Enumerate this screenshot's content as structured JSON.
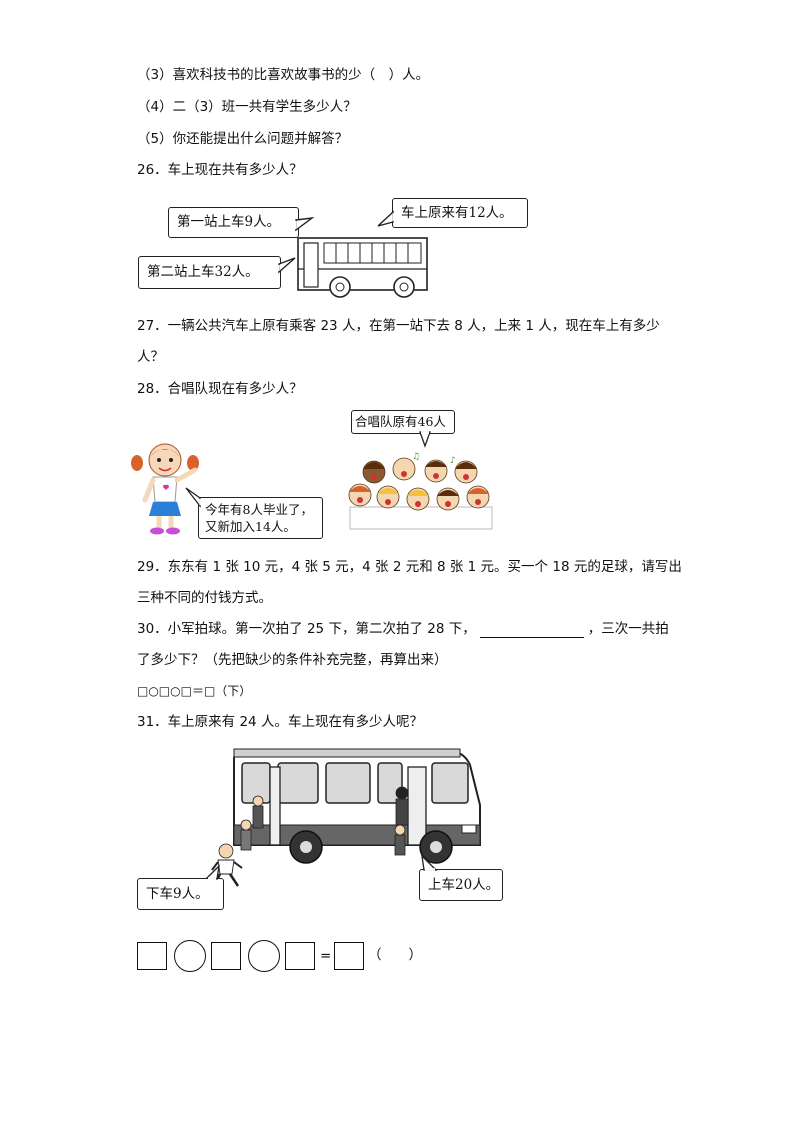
{
  "questions": {
    "q25_3": "（3）喜欢科技书的比喜欢故事书的少（　）人。",
    "q25_4": "（4）二（3）班一共有学生多少人？",
    "q25_5": "（5）你还能提出什么问题并解答？",
    "q26": "26．车上现在共有多少人？",
    "q27_line1": "27．一辆公共汽车上原有乘客 23 人，在第一站下去 8 人，上来 1 人，现在车上有多少",
    "q27_line2": "人？",
    "q28": "28．合唱队现在有多少人？",
    "q29_line1": "29．东东有 1 张 10 元，4 张 5 元，4 张 2 元和 8 张 1 元。买一个 18 元的足球，请写出",
    "q29_line2": "三种不同的付钱方式。",
    "q30_part1": "30．小军拍球。第一次拍了 25 下，第二次拍了 28 下，",
    "q30_part2": "，三次一共拍",
    "q30_line2": "了多少下？（先把缺少的条件补充完整，再算出来）",
    "q30_formula": "□○□○□＝□（下）",
    "q31": "31．车上原来有 24 人。车上现在有多少人呢？"
  },
  "bubbles": {
    "first_stop": "第一站上车9人。",
    "originally": "车上原来有12人。",
    "second_stop": "第二站上车32人。",
    "choir_original": "合唱队原有46人",
    "choir_change_1": "今年有8人毕业了，",
    "choir_change_2": "又新加入14人。",
    "get_off": "下车9人。",
    "get_on": "上车20人。"
  },
  "answer_row": {
    "equals": "=",
    "unit": "（　　）"
  }
}
